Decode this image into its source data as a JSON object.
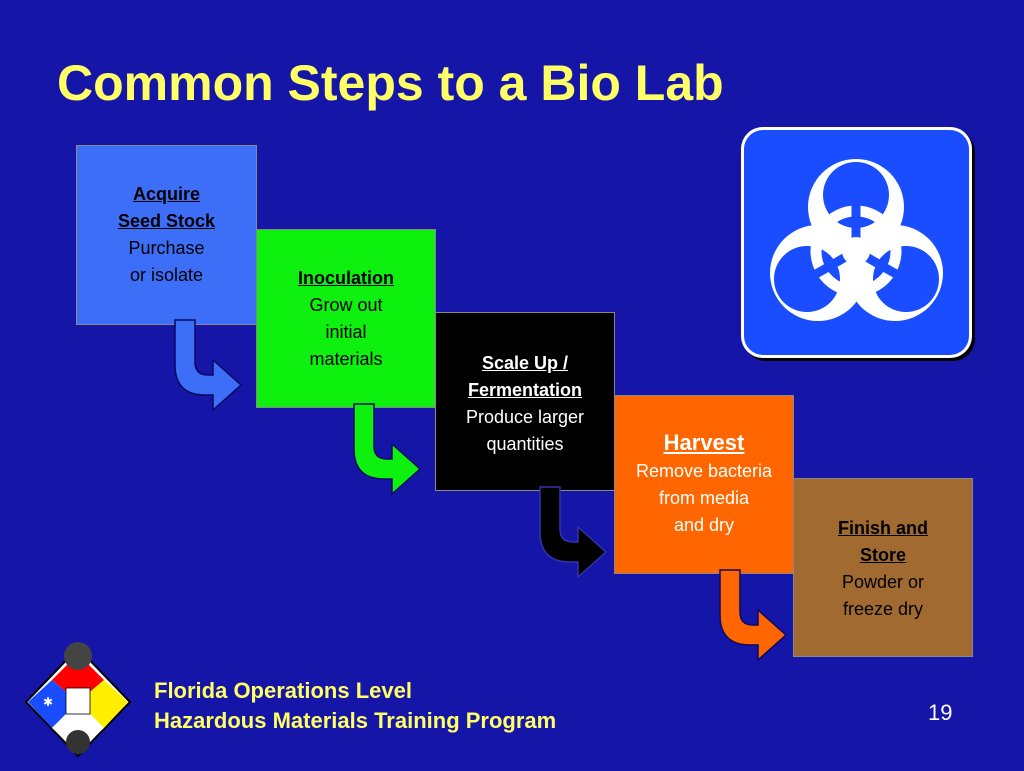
{
  "title": "Common Steps to a Bio Lab",
  "steps": [
    {
      "head": "Acquire\nSeed Stock",
      "body": "Purchase\nor isolate"
    },
    {
      "head": "Inoculation",
      "body": "Grow out\ninitial\nmaterials"
    },
    {
      "head": "Scale Up /\nFermentation",
      "body": "Produce larger\nquantities"
    },
    {
      "head": "Harvest",
      "body": "Remove bacteria\nfrom media\nand dry"
    },
    {
      "head": "Finish and\nStore",
      "body": "Powder or\nfreeze dry"
    }
  ],
  "colors": {
    "background": "#1515a8",
    "title": "#ffff66",
    "step1": "#3d6ef8",
    "step2": "#0ef00e",
    "step3": "#000000",
    "step4": "#ff6600",
    "step5": "#a06a30",
    "biohazard_tile": "#1a4dff"
  },
  "icons": {
    "biohazard": "biohazard-symbol-icon",
    "logo": "florida-hazmat-program-logo"
  },
  "footer": {
    "line1": "Florida Operations Level",
    "line2": "Hazardous Materials Training Program"
  },
  "page_number": "19"
}
